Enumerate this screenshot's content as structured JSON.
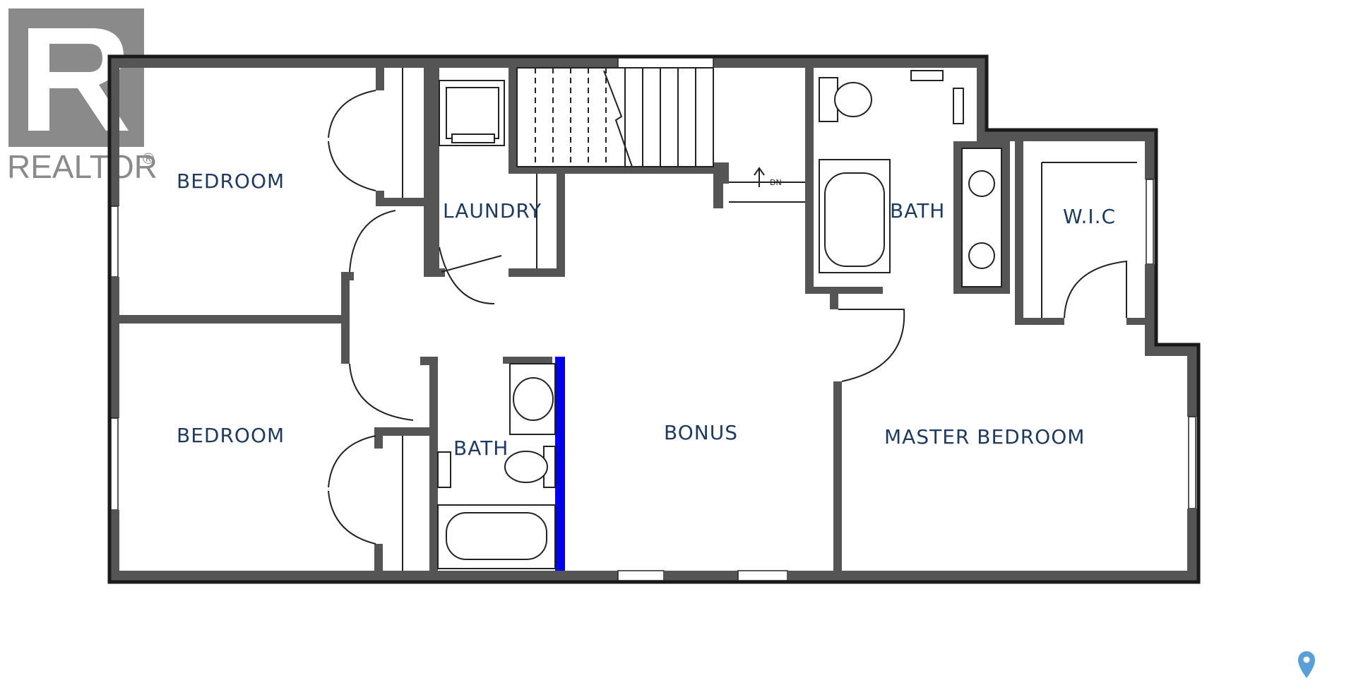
{
  "logo": {
    "text": "REALTOR",
    "mark": "®",
    "icon": "realtor-r-logo-icon",
    "color": "#8a8a8a"
  },
  "rooms": {
    "bedroom_top": "BEDROOM",
    "laundry": "LAUNDRY",
    "bath_ensuite": "BATH",
    "wic": "W.I.C",
    "bedroom_bottom": "BEDROOM",
    "bath_main": "BATH",
    "bonus": "BONUS",
    "master_bedroom": "MASTER BEDROOM"
  },
  "stairs": {
    "direction_label": "DN"
  },
  "colors": {
    "label": "#1e3a5f",
    "wall": "#555555",
    "accent_wall": "#0000ee"
  },
  "footer_icon": "map-pin-icon"
}
